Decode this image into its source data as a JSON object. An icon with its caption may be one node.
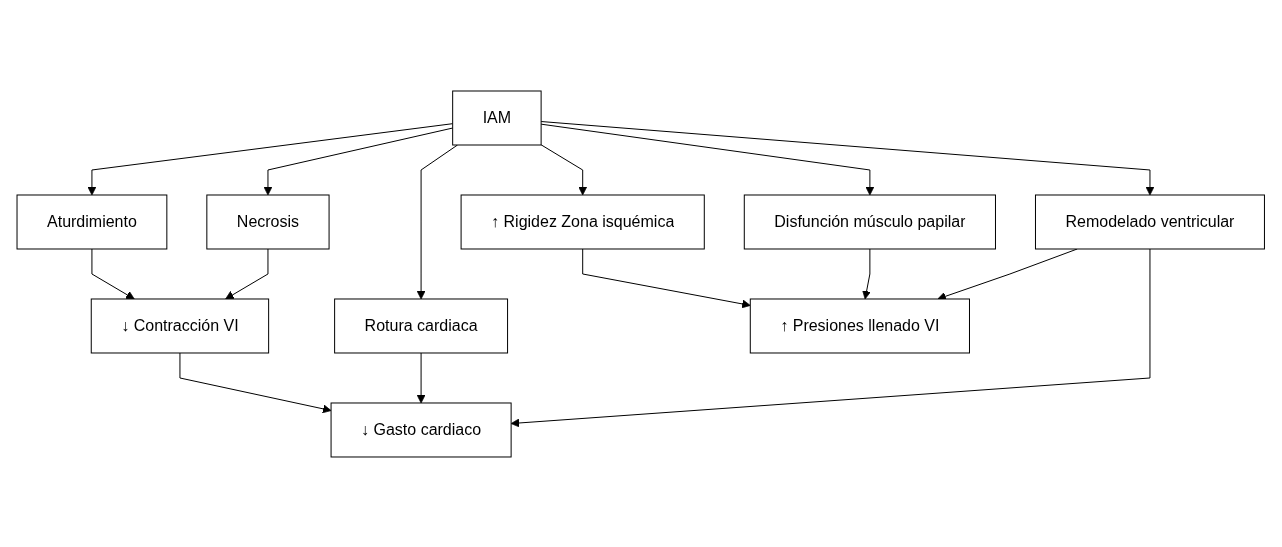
{
  "diagram": {
    "nodes": [
      {
        "text": [
          "IAM"
        ]
      },
      {
        "text": [
          "↑ Rigidez Zona isquémica"
        ]
      },
      {
        "text": [
          "Aturdimiento"
        ]
      },
      {
        "text": [
          "Necrosis"
        ]
      },
      {
        "text": [
          "Rotura cardiaca"
        ]
      },
      {
        "text": [
          "Disfunción músculo papilar"
        ]
      },
      {
        "text": [
          "↓ Contracción VI"
        ]
      },
      {
        "text": [
          "Remodelado ventricular"
        ]
      },
      {
        "text": [
          "↑ Presiones llenado VI"
        ]
      },
      {
        "text": [
          "↓ Gasto cardiaco"
        ]
      }
    ],
    "edges": [
      {
        "from": 0,
        "to": 1,
        "arrow": "to"
      },
      {
        "from": 0,
        "to": 2,
        "arrow": "to"
      },
      {
        "from": 0,
        "to": 3,
        "arrow": "to"
      },
      {
        "from": 0,
        "to": 4,
        "arrow": "to"
      },
      {
        "from": 0,
        "to": 5,
        "arrow": "to"
      },
      {
        "from": 0,
        "to": 7,
        "arrow": "to"
      },
      {
        "from": 2,
        "to": 6,
        "arrow": "to"
      },
      {
        "from": 3,
        "to": 6,
        "arrow": "to"
      },
      {
        "from": 1,
        "to": 8,
        "arrow": "to"
      },
      {
        "from": 5,
        "to": 8,
        "arrow": "to"
      },
      {
        "from": 6,
        "to": 9,
        "arrow": "to"
      },
      {
        "from": 4,
        "to": 9,
        "arrow": "to"
      },
      {
        "from": 7,
        "to": 8,
        "arrow": "to"
      },
      {
        "from": 7,
        "to": 9,
        "arrow": "to"
      }
    ]
  }
}
